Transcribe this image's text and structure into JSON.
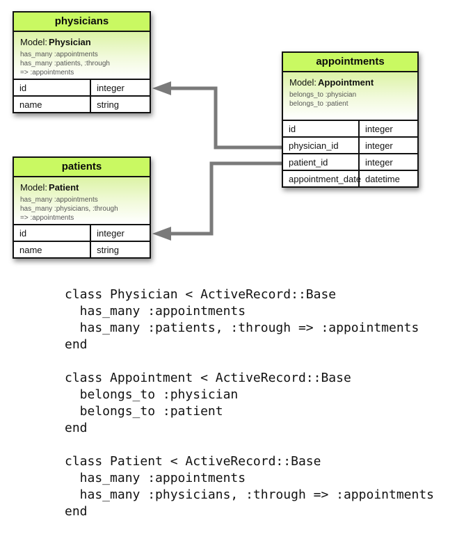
{
  "diagram": {
    "colors": {
      "header_green": "#c9f962",
      "model_gradient_top": "#dcf3a5",
      "arrow_gray": "#7a7a7a",
      "border_black": "#111111"
    },
    "tables": [
      {
        "title": "physicians",
        "model_label": "Model:",
        "model_name": "Physician",
        "associations": [
          "has_many :appointments",
          "has_many :patients, :through",
          "=> :appointments"
        ],
        "columns": [
          {
            "name": "id",
            "type": "integer"
          },
          {
            "name": "name",
            "type": "string"
          }
        ]
      },
      {
        "title": "appointments",
        "model_label": "Model:",
        "model_name": "Appointment",
        "associations": [
          "belongs_to :physician",
          "belongs_to :patient"
        ],
        "columns": [
          {
            "name": "id",
            "type": "integer"
          },
          {
            "name": "physician_id",
            "type": "integer"
          },
          {
            "name": "patient_id",
            "type": "integer"
          },
          {
            "name": "appointment_date",
            "type": "datetime"
          }
        ]
      },
      {
        "title": "patients",
        "model_label": "Model:",
        "model_name": "Patient",
        "associations": [
          "has_many :appointments",
          "has_many :physicians, :through",
          "=> :appointments"
        ],
        "columns": [
          {
            "name": "id",
            "type": "integer"
          },
          {
            "name": "name",
            "type": "string"
          }
        ]
      }
    ],
    "arrows": [
      {
        "from": "appointments.physician_id",
        "to": "physicians.id"
      },
      {
        "from": "appointments.patient_id",
        "to": "patients.id"
      }
    ]
  },
  "code": {
    "physician_class": "class Physician < ActiveRecord::Base\n  has_many :appointments\n  has_many :patients, :through => :appointments\nend",
    "appointment_class": "class Appointment < ActiveRecord::Base\n  belongs_to :physician\n  belongs_to :patient\nend",
    "patient_class": "class Patient < ActiveRecord::Base\n  has_many :appointments\n  has_many :physicians, :through => :appointments\nend"
  }
}
